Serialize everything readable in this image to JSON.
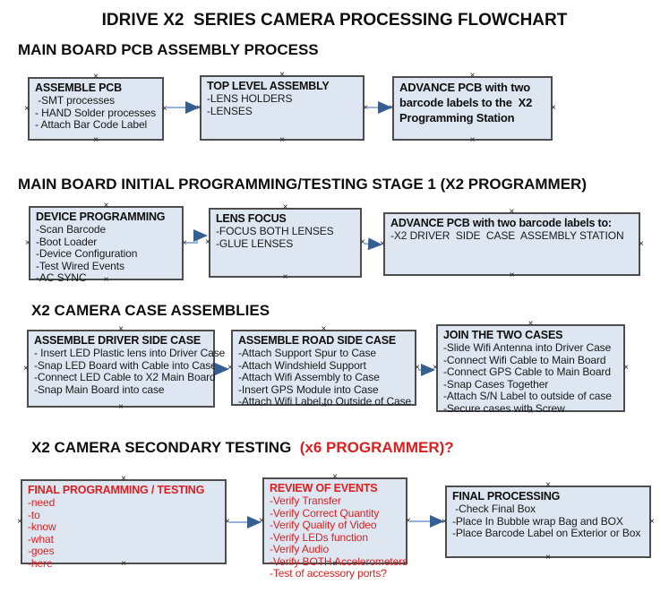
{
  "title": "IDRIVE X2  SERIES CAMERA PROCESSING FLOWCHART",
  "colors": {
    "box_fill": "#dde6f1",
    "box_border": "#4d4d4d",
    "red_text": "#dd1e1e",
    "arrow_line": "#95b3d7",
    "arrow_head": "#365f91"
  },
  "sections": [
    {
      "heading": "MAIN BOARD PCB ASSEMBLY PROCESS",
      "heading_red": "",
      "boxes": [
        {
          "title": "ASSEMBLE PCB",
          "items": [
            " -SMT processes",
            "- HAND Solder processes",
            "- Attach Bar Code Label"
          ]
        },
        {
          "title": "TOP LEVEL ASSEMBLY",
          "items": [
            "-LENS HOLDERS",
            "-LENSES"
          ]
        },
        {
          "title": "ADVANCE PCB with two barcode labels to the  X2 Programming Station",
          "items": []
        }
      ]
    },
    {
      "heading": "MAIN BOARD INITIAL PROGRAMMING/TESTING STAGE 1 (X2 PROGRAMMER)",
      "heading_red": "",
      "boxes": [
        {
          "title": "DEVICE PROGRAMMING",
          "items": [
            "-Scan Barcode",
            "-Boot Loader",
            "-Device Configuration",
            "-Test Wired Events",
            "-AC SYNC"
          ]
        },
        {
          "title": "LENS FOCUS",
          "items": [
            "-FOCUS BOTH LENSES",
            "-GLUE LENSES"
          ]
        },
        {
          "title": "ADVANCE PCB with two barcode labels to:",
          "items": [
            "-X2 DRIVER  SIDE  CASE  ASSEMBLY STATION"
          ]
        }
      ]
    },
    {
      "heading": "X2 CAMERA CASE ASSEMBLIES",
      "heading_red": "",
      "boxes": [
        {
          "title": "ASSEMBLE DRIVER SIDE CASE",
          "items": [
            "- Insert LED Plastic lens into Driver Case",
            "-Snap LED Board with Cable into Case",
            "-Connect LED Cable to X2 Main Board",
            "-Snap Main Board into case"
          ]
        },
        {
          "title": "ASSEMBLE ROAD SIDE CASE",
          "items": [
            "-Attach Support Spur to Case",
            "-Attach Windshield Support",
            "-Attach Wifi Assembly to Case",
            "-Insert GPS Module into Case",
            "-Attach Wifi Label to Outside of Case"
          ]
        },
        {
          "title": "JOIN THE TWO CASES",
          "items": [
            "-Slide Wifi Antenna into Driver Case",
            "-Connect Wifi Cable to Main Board",
            "-Connect GPS Cable to Main Board",
            "-Snap Cases Together",
            "-Attach S/N Label to outside of case",
            "-Secure cases with Screw"
          ]
        }
      ]
    },
    {
      "heading": "X2 CAMERA SECONDARY TESTING  ",
      "heading_red": "(x6 PROGRAMMER)?",
      "boxes": [
        {
          "title": "FINAL PROGRAMMING / TESTING",
          "items": [
            "-need",
            "-to",
            "-know",
            "-what",
            "-goes",
            "-here"
          ]
        },
        {
          "title": "REVIEW OF EVENTS",
          "items": [
            "-Verify Transfer",
            "-Verify Correct Quantity",
            "-Verify Quality of Video",
            "-Verify LEDs function",
            "-Verify Audio",
            "-Verify BOTH Accelerometers",
            "-Test of accessory ports?"
          ]
        },
        {
          "title": "FINAL PROCESSING",
          "items": [
            " -Check Final Box",
            "-Place In Bubble wrap Bag and BOX",
            "-Place Barcode Label on Exterior or Box"
          ]
        }
      ]
    }
  ]
}
